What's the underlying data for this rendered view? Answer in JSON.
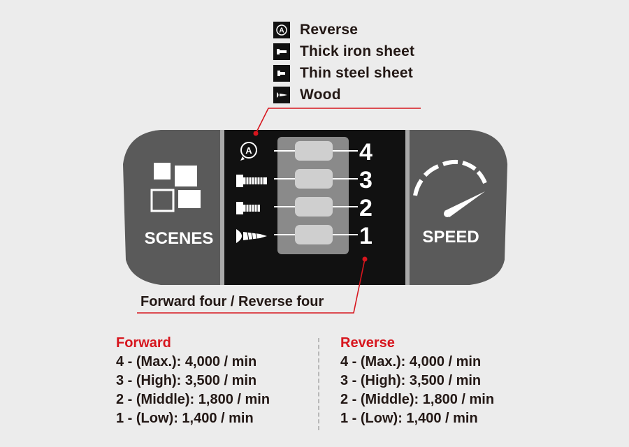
{
  "legend": {
    "items": [
      {
        "label": "Reverse",
        "icon": "auto-reverse-icon"
      },
      {
        "label": "Thick iron sheet",
        "icon": "bolt-icon"
      },
      {
        "label": "Thin steel sheet",
        "icon": "short-bolt-icon"
      },
      {
        "label": "Wood",
        "icon": "wood-screw-icon"
      }
    ]
  },
  "panel": {
    "scenes_label": "SCENES",
    "speed_label": "SPEED",
    "levels": [
      "4",
      "3",
      "2",
      "1"
    ],
    "mode_caption": "Forward four / Reverse four"
  },
  "speeds": {
    "forward": {
      "title": "Forward",
      "rows": [
        "4 - (Max.): 4,000 / min",
        "3 - (High): 3,500 / min",
        "2 - (Middle): 1,800 / min",
        "1 - (Low): 1,400 / min"
      ]
    },
    "reverse": {
      "title": "Reverse",
      "rows": [
        "4 - (Max.): 4,000 / min",
        "3 - (High): 3,500 / min",
        "2 - (Middle): 1,800 / min",
        "1 - (Low): 1,400 / min"
      ]
    }
  },
  "colors": {
    "accent": "#d7161e",
    "panel": "#5a5a5a",
    "display": "#111111",
    "background": "#ececec"
  }
}
